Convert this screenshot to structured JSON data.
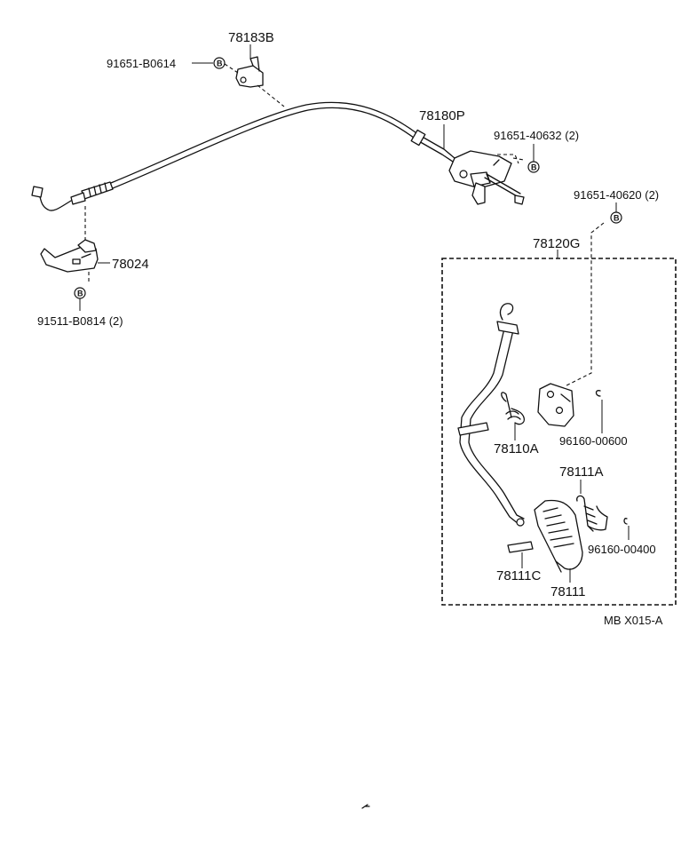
{
  "labels": {
    "p78183B": "78183B",
    "p91651_B0614": "91651-B0614",
    "p78180P": "78180P",
    "p91651_40632": "91651-40632 (2)",
    "p91651_40620": "91651-40620 (2)",
    "p78024": "78024",
    "p91511_B0814": "91511-B0814 (2)",
    "p78120G": "78120G",
    "p78110A": "78110A",
    "p96160_00600": "96160-00600",
    "p78111A": "78111A",
    "p96160_00400": "96160-00400",
    "p78111C": "78111C",
    "p78111": "78111",
    "diagram_code": "MB X015-A"
  },
  "bolt_marker": "B",
  "colors": {
    "line": "#111111",
    "background": "#ffffff"
  }
}
